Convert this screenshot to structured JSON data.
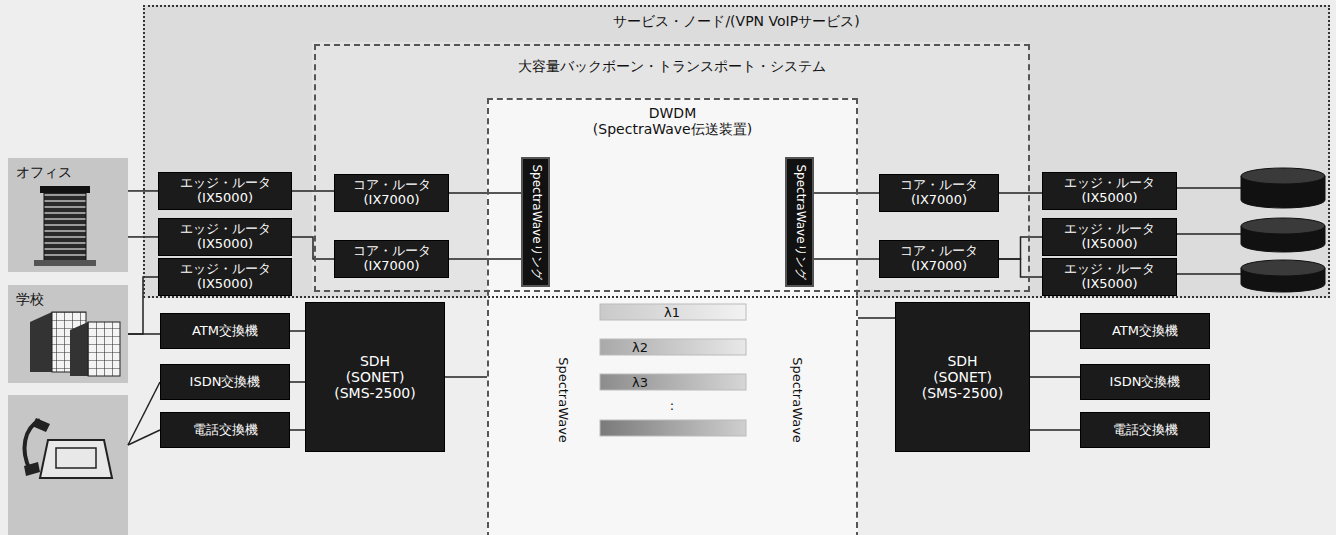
{
  "diagram": {
    "nodes": [
      {
        "text": [
          "サービス・ノード/(VPN VoIPサービス)"
        ]
      },
      {
        "text": [
          "大容量バックボーン・トランスポート・システム"
        ],
        "in": 0
      },
      {
        "text": [
          "DWDM (SpectraWave伝送装置)"
        ]
      },
      {
        "text": [
          "オフィス"
        ]
      },
      {
        "text": [
          "学校"
        ]
      },
      {
        "text": [
          "エッジ・ルータ (IX5000)"
        ],
        "in": 0
      },
      {
        "text": [
          "エッジ・ルータ (IX5000)"
        ],
        "in": 0
      },
      {
        "text": [
          "エッジ・ルータ (IX5000)"
        ],
        "in": 0
      },
      {
        "text": [
          "コア・ルータ (IX7000)"
        ],
        "in": 1
      },
      {
        "text": [
          "コア・ルータ (IX7000)"
        ],
        "in": 1
      },
      {
        "text": [
          "SpectraWaveリング"
        ],
        "in": 2
      },
      {
        "text": [
          "SpectraWaveリング"
        ],
        "in": 2
      },
      {
        "text": [
          "コア・ルータ (IX7000)"
        ],
        "in": 1
      },
      {
        "text": [
          "コア・ルータ (IX7000)"
        ],
        "in": 1
      },
      {
        "text": [
          "エッジ・ルータ (IX5000)"
        ],
        "in": 0
      },
      {
        "text": [
          "エッジ・ルータ (IX5000)"
        ],
        "in": 0
      },
      {
        "text": [
          "エッジ・ルータ (IX5000)"
        ],
        "in": 0
      },
      {
        "text": [
          "ATM交換機"
        ]
      },
      {
        "text": [
          "ISDN交換機"
        ]
      },
      {
        "text": [
          "電話交換機"
        ]
      },
      {
        "text": [
          "SDH (SONET) (SMS-2500)"
        ]
      },
      {
        "text": [
          "SDH (SONET) (SMS-2500)"
        ]
      },
      {
        "text": [
          "ATM交換機"
        ]
      },
      {
        "text": [
          "ISDN交換機"
        ]
      },
      {
        "text": [
          "電話交換機"
        ]
      }
    ],
    "edges": [
      {
        "from": 3,
        "to": 5,
        "arrow": "none"
      },
      {
        "from": 3,
        "to": 6,
        "arrow": "none"
      },
      {
        "from": 4,
        "to": 7,
        "arrow": "none"
      },
      {
        "from": 4,
        "to": 17,
        "arrow": "none"
      },
      {
        "from": 5,
        "to": 8,
        "arrow": "none"
      },
      {
        "from": 6,
        "to": 9,
        "arrow": "none"
      },
      {
        "from": 8,
        "to": 10,
        "arrow": "none"
      },
      {
        "from": 9,
        "to": 10,
        "arrow": "none"
      },
      {
        "from": 17,
        "to": 20,
        "arrow": "none"
      },
      {
        "from": 18,
        "to": 20,
        "arrow": "none"
      },
      {
        "from": 19,
        "to": 20,
        "arrow": "none"
      },
      {
        "from": 20,
        "to": 2,
        "arrow": "none"
      },
      {
        "from": 11,
        "to": 12,
        "arrow": "none"
      },
      {
        "from": 11,
        "to": 13,
        "arrow": "none"
      },
      {
        "from": 12,
        "to": 14,
        "arrow": "none"
      },
      {
        "from": 13,
        "to": 15,
        "arrow": "none"
      },
      {
        "from": 13,
        "to": 16,
        "arrow": "none"
      },
      {
        "from": 2,
        "to": 21,
        "arrow": "none"
      },
      {
        "from": 21,
        "to": 22,
        "arrow": "none"
      },
      {
        "from": 21,
        "to": 23,
        "arrow": "none"
      },
      {
        "from": 21,
        "to": 24,
        "arrow": "none"
      }
    ],
    "labels": [
      "λ1",
      "λ2",
      "λ3",
      ":",
      "SpectraWave",
      "SpectraWave"
    ]
  }
}
